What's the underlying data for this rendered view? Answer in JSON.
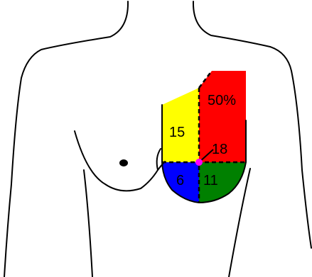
{
  "diagram": {
    "quadrants": {
      "upper_outer": {
        "label": "50%",
        "color": "#ff0000"
      },
      "upper_inner": {
        "label": "15",
        "color": "#ffff00"
      },
      "central": {
        "label": "18",
        "color": "#ff00ff"
      },
      "lower_inner": {
        "label": "6",
        "color": "#0000ff"
      },
      "lower_outer": {
        "label": "11",
        "color": "#008000"
      }
    },
    "colors": {
      "outline": "#000000",
      "background": "#ffffff"
    }
  }
}
